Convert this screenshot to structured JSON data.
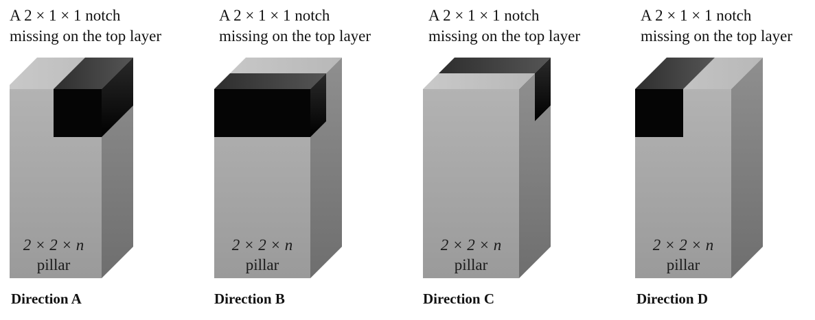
{
  "panels": [
    {
      "caption_line1": "A 2 × 1 × 1 notch",
      "caption_line2": "missing  on the top layer",
      "pillar_dims": "2 × 2 × n",
      "pillar_label": "pillar",
      "direction": "Direction A"
    },
    {
      "caption_line1": "A 2 × 1 × 1 notch",
      "caption_line2": "missing  on the top layer",
      "pillar_dims": "2 × 2 × n",
      "pillar_label": "pillar",
      "direction": "Direction B"
    },
    {
      "caption_line1": "A 2 × 1 × 1 notch",
      "caption_line2": "missing  on the top layer",
      "pillar_dims": "2 × 2 × n",
      "pillar_label": "pillar",
      "direction": "Direction C"
    },
    {
      "caption_line1": "A 2 × 1 × 1 notch",
      "caption_line2": "missing  on the top layer",
      "pillar_dims": "2 × 2 × n",
      "pillar_label": "pillar",
      "direction": "Direction D"
    }
  ],
  "colors": {
    "front_face": "#a9a9a9",
    "top_face": "#c4c4c4",
    "side_face": "#828282",
    "notch_front": "#050505",
    "notch_top": "#3a3a3a",
    "notch_side": "#1a1a1a"
  }
}
